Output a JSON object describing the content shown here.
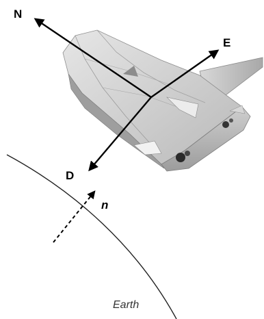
{
  "axes": {
    "north_label": "N",
    "east_label": "E",
    "down_label": "D"
  },
  "normal_label": "n",
  "earth_label": "Earth"
}
